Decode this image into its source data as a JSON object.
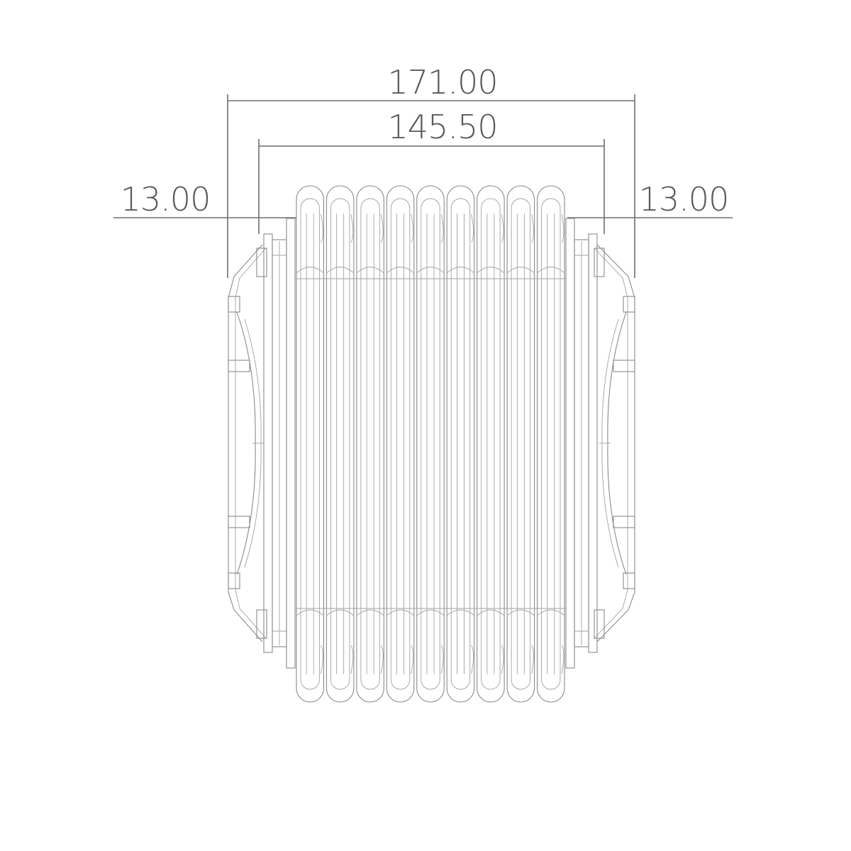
{
  "dimensions": {
    "overall_width": "171.00",
    "inner_width": "145.50",
    "left_flange": "13.00",
    "right_flange": "13.00"
  },
  "bellows": {
    "convolution_count": 9
  },
  "colors": {
    "dimension": "#6e6e6e",
    "outline": "#8a8a8a",
    "text": "#5a5a5a"
  }
}
